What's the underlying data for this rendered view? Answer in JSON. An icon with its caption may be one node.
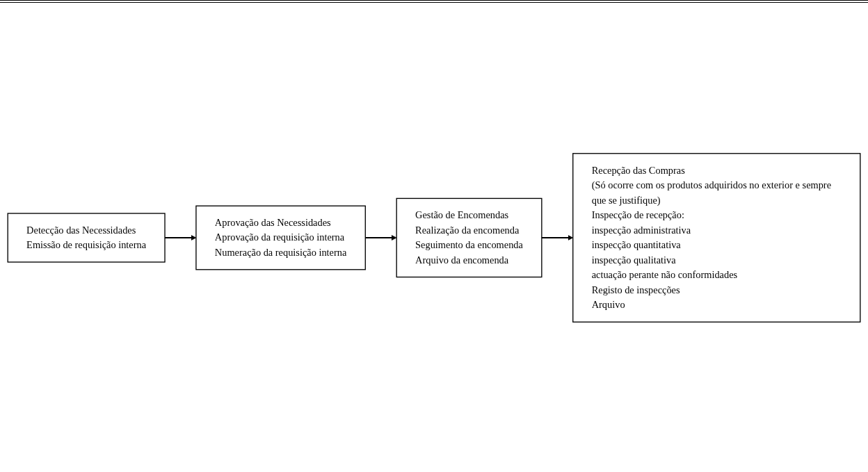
{
  "diagram": {
    "nodes": [
      {
        "text": [
          "Detecção das Necessidades",
          "Emissão de requisição interna"
        ]
      },
      {
        "text": [
          "Aprovação das Necessidades",
          "Aprovação da requisição interna",
          "Numeração da requisição interna"
        ]
      },
      {
        "text": [
          "Gestão de Encomendas",
          "Realização da encomenda",
          "Seguimento da encomenda",
          "Arquivo da encomenda"
        ]
      },
      {
        "text": [
          "Recepção das Compras",
          "(Só ocorre com os produtos adquiridos no exterior e sempre que se justifique)",
          "Inspecção de recepção:",
          "inspecção administrativa",
          "inspecção quantitativa",
          "inspecção qualitativa",
          "actuação perante não conformidades",
          "Registo de inspecções",
          "Arquivo"
        ]
      }
    ],
    "edges": [
      {
        "from": 0,
        "to": 1,
        "arrow": "to"
      },
      {
        "from": 1,
        "to": 2,
        "arrow": "to"
      },
      {
        "from": 2,
        "to": 3,
        "arrow": "to"
      }
    ]
  }
}
